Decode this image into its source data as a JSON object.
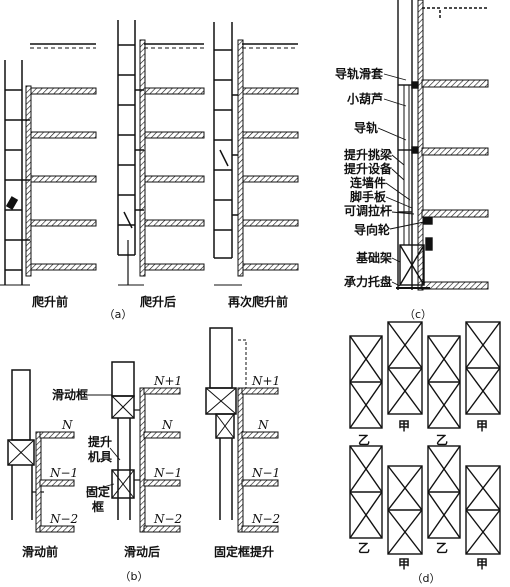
{
  "panel_a": {
    "label_1": "爬升前",
    "label_2": "爬升后",
    "label_3": "再次爬升前",
    "panel_letter": "（a）"
  },
  "panel_c": {
    "labels": [
      "导轨滑套",
      "小葫芦",
      "导轨",
      "提升挑梁",
      "提升设备",
      "连墙件",
      "脚手板",
      "可调拉杆",
      "导向轮",
      "基础架",
      "承力托盘"
    ],
    "panel_letter": "（c）"
  },
  "panel_b": {
    "sliding_frame": "滑动框",
    "lifting_machine_line1": "提升",
    "lifting_machine_line2": "机具",
    "fixed_frame_line1": "固定",
    "fixed_frame_line2": "框",
    "floor_n": "N",
    "floor_n1": "N−1",
    "floor_n2": "N−2",
    "floor_np1": "N+1",
    "label_before": "滑动前",
    "label_after": "滑动后",
    "label_fixed_lift": "固定框提升",
    "panel_letter": "（b）"
  },
  "panel_d": {
    "jia": "甲",
    "yi": "乙",
    "panel_letter": "（d）"
  },
  "colors": {
    "ink": "#111111",
    "background": "#ffffff"
  }
}
